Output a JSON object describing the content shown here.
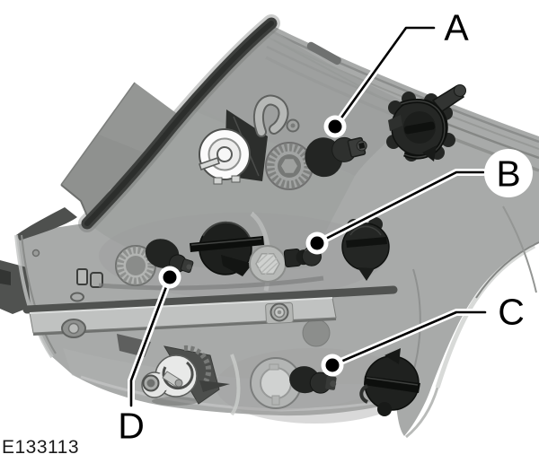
{
  "figure": {
    "code": "E133113",
    "callouts": [
      {
        "id": "A",
        "label": "A"
      },
      {
        "id": "B",
        "label": "B"
      },
      {
        "id": "C",
        "label": "C"
      },
      {
        "id": "D",
        "label": "D"
      }
    ]
  },
  "colors": {
    "background": "#ffffff",
    "body_gray": "#a8aaa9",
    "housing_gray": "#9b9d9c",
    "dark_part": "#222422",
    "leader_line": "#000000",
    "leader_casing": "#ffffff",
    "label_text": "#000000"
  }
}
